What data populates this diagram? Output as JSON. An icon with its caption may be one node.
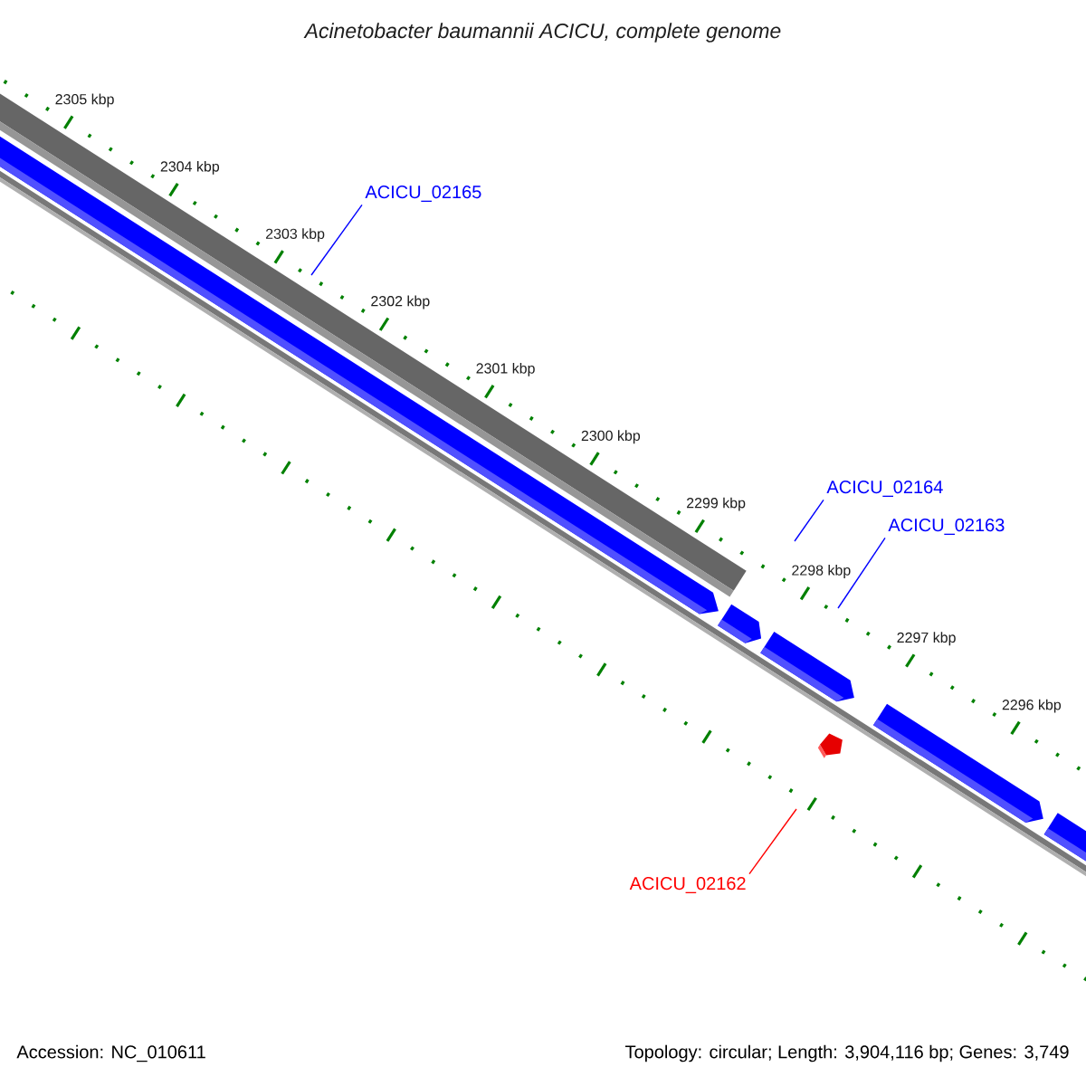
{
  "diagram": {
    "title": "Acinetobacter baumannii ACICU, complete genome",
    "nodes": [
      {
        "text": [
          "ACICU_02165"
        ]
      },
      {
        "text": [
          "ACICU_02164"
        ]
      },
      {
        "text": [
          "ACICU_02163"
        ]
      },
      {
        "text": [
          "ACICU_02162"
        ]
      }
    ],
    "edges": [
      {
        "from": 0,
        "to": null,
        "arrow": "none"
      },
      {
        "from": 1,
        "to": null,
        "arrow": "none"
      },
      {
        "from": 2,
        "to": null,
        "arrow": "none"
      },
      {
        "from": 3,
        "to": null,
        "arrow": "none",
        "color": "#ff0000"
      }
    ],
    "labels": [
      "2305 kbp",
      "2304 kbp",
      "2303 kbp",
      "2302 kbp",
      "2301 kbp",
      "2300 kbp",
      "2299 kbp",
      "2298 kbp",
      "2297 kbp",
      "2296 kbp",
      "Accession: NC_010611",
      "Topology: circular; Length: 3,904,116 bp; Genes: 3,749"
    ]
  }
}
